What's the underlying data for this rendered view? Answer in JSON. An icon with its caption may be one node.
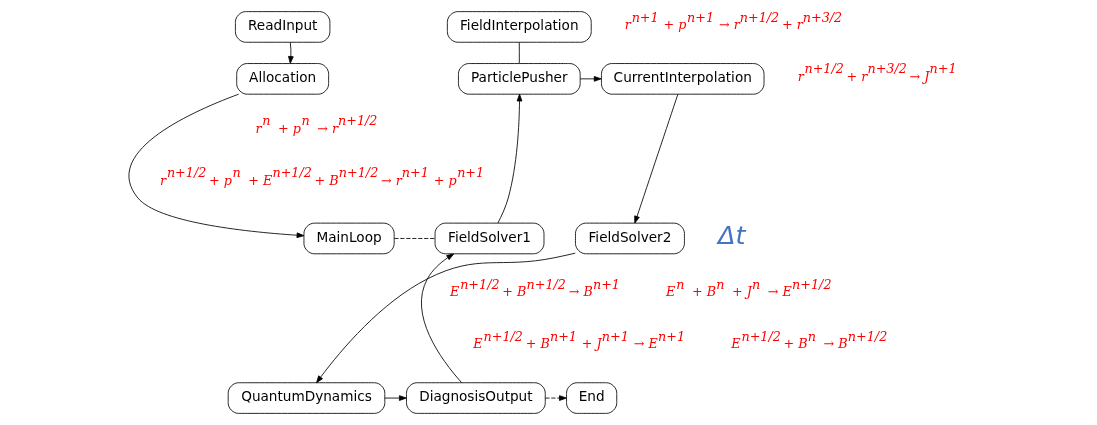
{
  "diagram": {
    "nodes": [
      {
        "text": [
          "ReadInput"
        ]
      },
      {
        "text": [
          "Allocation"
        ]
      },
      {
        "text": [
          "MainLoop"
        ]
      },
      {
        "text": [
          "FieldSolver1"
        ]
      },
      {
        "text": [
          "FieldInterpolation"
        ]
      },
      {
        "text": [
          "ParticlePusher"
        ]
      },
      {
        "text": [
          "CurrentInterpolation"
        ]
      },
      {
        "text": [
          "FieldSolver2"
        ]
      },
      {
        "text": [
          "QuantumDynamics"
        ]
      },
      {
        "text": [
          "DiagnosisOutput"
        ]
      },
      {
        "text": [
          "End"
        ]
      }
    ],
    "edges": [
      {
        "from": 0,
        "to": 1,
        "arrow": "to"
      },
      {
        "from": 1,
        "to": 2,
        "arrow": "to"
      },
      {
        "from": 2,
        "to": 3,
        "arrow": "none",
        "style": "dashed"
      },
      {
        "from": 3,
        "to": 5,
        "arrow": "to"
      },
      {
        "from": 4,
        "to": 5,
        "arrow": "none"
      },
      {
        "from": 5,
        "to": 6,
        "arrow": "to"
      },
      {
        "from": 6,
        "to": 7,
        "arrow": "to"
      },
      {
        "from": 7,
        "to": 8,
        "arrow": "to"
      },
      {
        "from": 8,
        "to": 9,
        "arrow": "to"
      },
      {
        "from": 9,
        "to": 3,
        "arrow": "to"
      },
      {
        "from": 9,
        "to": 10,
        "arrow": "to",
        "style": "dashed"
      }
    ],
    "labels": [
      "r$^{n+1}$ + p$^{n+1}$ → r$^{n+1/2}$ + r$^{n+3/2}$",
      "r$^{n+1/2}$ + r$^{n+3/2}$ → J$^{n+1}$",
      "r$^{n}$ + p$^{n}$ → r$^{n+1/2}$",
      "r$^{n+1/2}$ + p$^{n}$ + E$^{n+1/2}$ + B$^{n+1/2}$ → r$^{n+1}$ + p$^{n+1}$",
      "Δt",
      "E$^{n+1/2}$ + B$^{n+1/2}$ → B$^{n+1}$",
      "E$^{n}$ + B$^{n}$ + J$^{n}$ → E$^{n+1/2}$",
      "E$^{n+1/2}$ + B$^{n+1}$ + J$^{n+1}$ → E$^{n+1}$",
      "E$^{n+1/2}$ + B$^{n}$ → B$^{n+1/2}$"
    ]
  }
}
